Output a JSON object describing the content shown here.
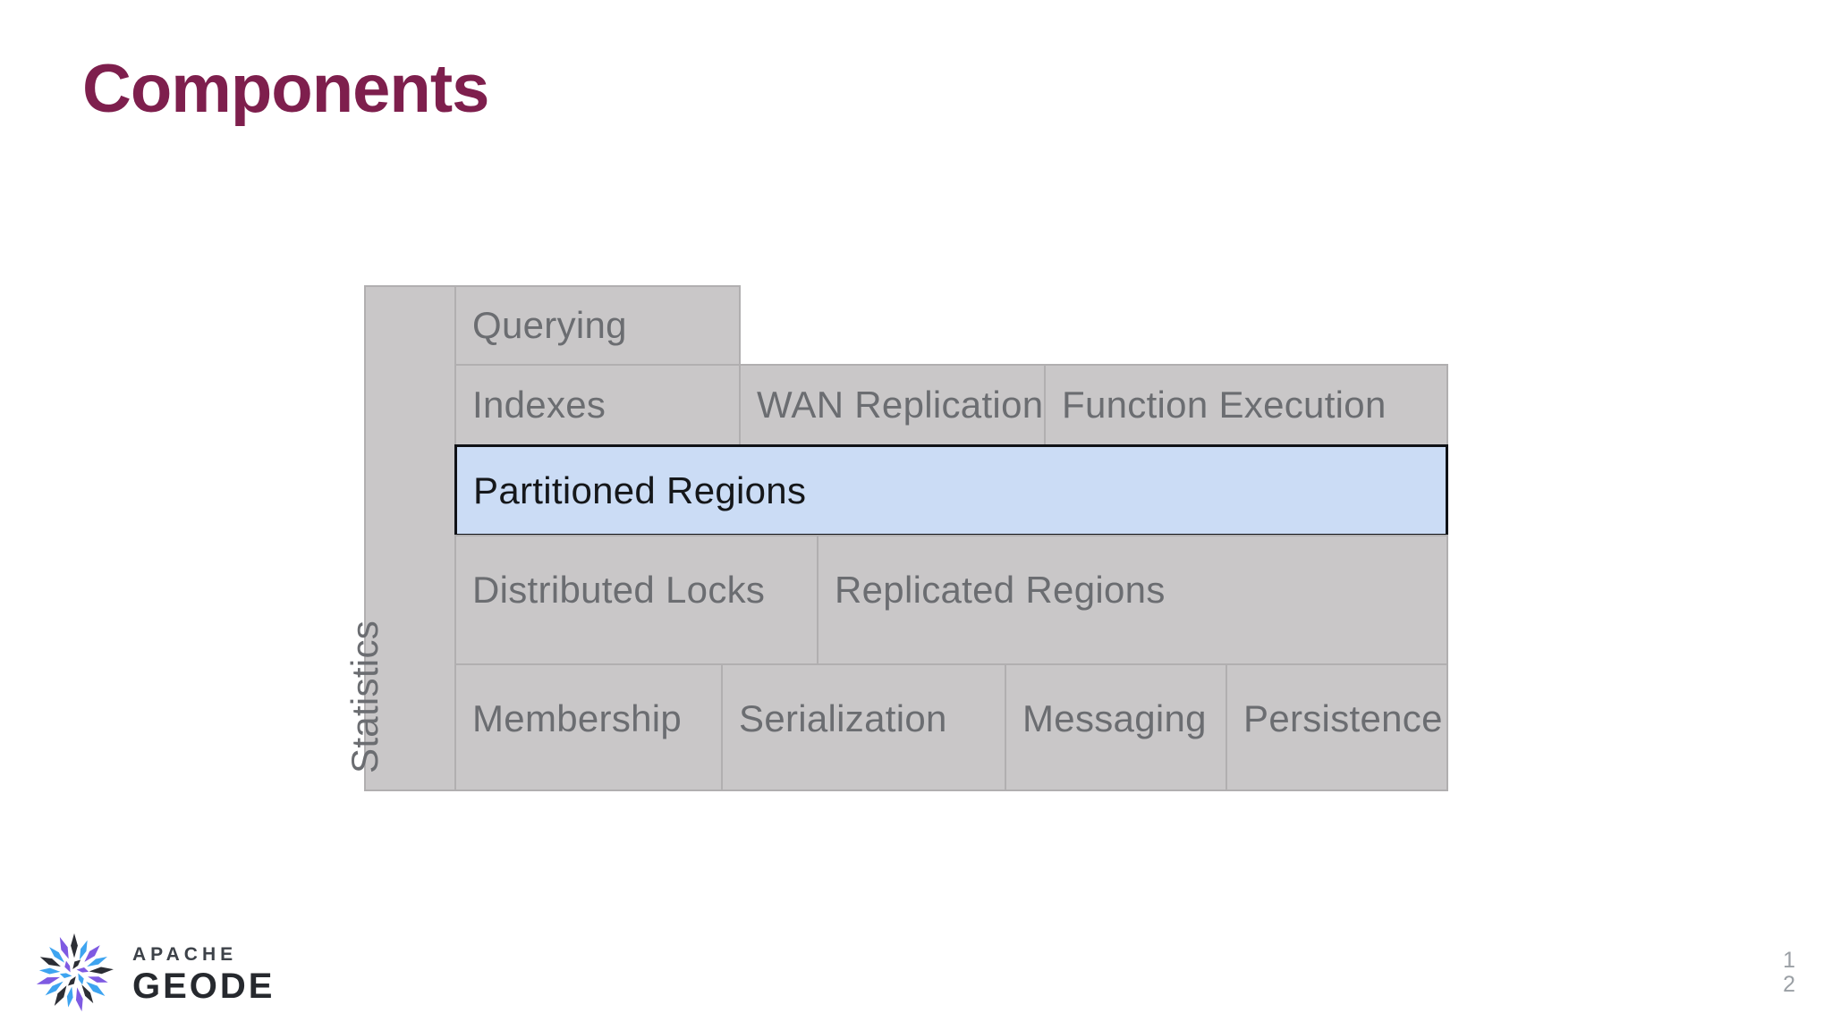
{
  "slide": {
    "title": "Components",
    "page_number_lines": [
      "1",
      "2"
    ]
  },
  "diagram": {
    "statistics": "Statistics",
    "querying": "Querying",
    "indexes": "Indexes",
    "wan_replication": "WAN Replication",
    "function_execution": "Function Execution",
    "partitioned_regions": "Partitioned Regions",
    "distributed_locks": "Distributed Locks",
    "replicated_regions": "Replicated Regions",
    "membership": "Membership",
    "serialization": "Serialization",
    "messaging": "Messaging",
    "persistence": "Persistence",
    "colors": {
      "box_fill": "#c9c7c8",
      "box_border": "#b1afb0",
      "box_text": "#6b6d71",
      "highlight_fill": "#cbdcf5",
      "highlight_border": "#101216",
      "highlight_text": "#15171a"
    }
  },
  "footer": {
    "logo_line1": "APACHE",
    "logo_line2": "GEODE",
    "logo_colors": {
      "blue": "#3ea4f0",
      "purple": "#7e5ae2",
      "dark": "#2c2e35"
    }
  },
  "theme": {
    "title_color": "#7e1f4d",
    "background": "#ffffff",
    "page_number_color": "#9ba0a5"
  }
}
